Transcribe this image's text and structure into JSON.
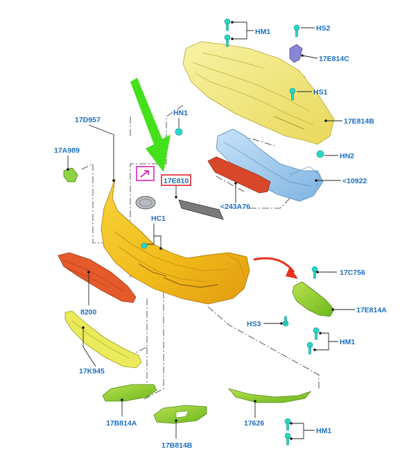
{
  "diagram": {
    "labels": {
      "hm1_top": "HM1",
      "hs2": "HS2",
      "p17e814c": "17E814C",
      "hs1": "HS1",
      "p17e814b": "17E814B",
      "hn1": "HN1",
      "hn2": "HN2",
      "p10922": "<10922",
      "p243a76": "<243A76",
      "p17d957": "17D957",
      "p17a989": "17A989",
      "p17e810": "17E810",
      "hc1": "HC1",
      "p8200": "8200",
      "p17c756": "17C756",
      "p17e814a": "17E814A",
      "hs3": "HS3",
      "hm1_mid": "HM1",
      "p17k945": "17K945",
      "p17b814a": "17B814A",
      "p17b814b": "17B814B",
      "p17626": "17626",
      "hm1_bottom": "HM1"
    },
    "colors": {
      "label": "#1a6fc4",
      "highlight_box": "#e0202a",
      "callout_arrow": "#44e01c",
      "move_arrow": "#e8301c",
      "icon_box": "#e020b8",
      "bumper": "#f2c21a",
      "absorber": "#f3ec8c",
      "reinforcement": "#9cc8ec",
      "grille": "#e8502a",
      "bracket_green": "#7ad21c",
      "fastener": "#2ad6c8"
    },
    "icons": {
      "note_icon": "pencil-arrow-icon",
      "logo": "oval-emblem-icon"
    }
  }
}
